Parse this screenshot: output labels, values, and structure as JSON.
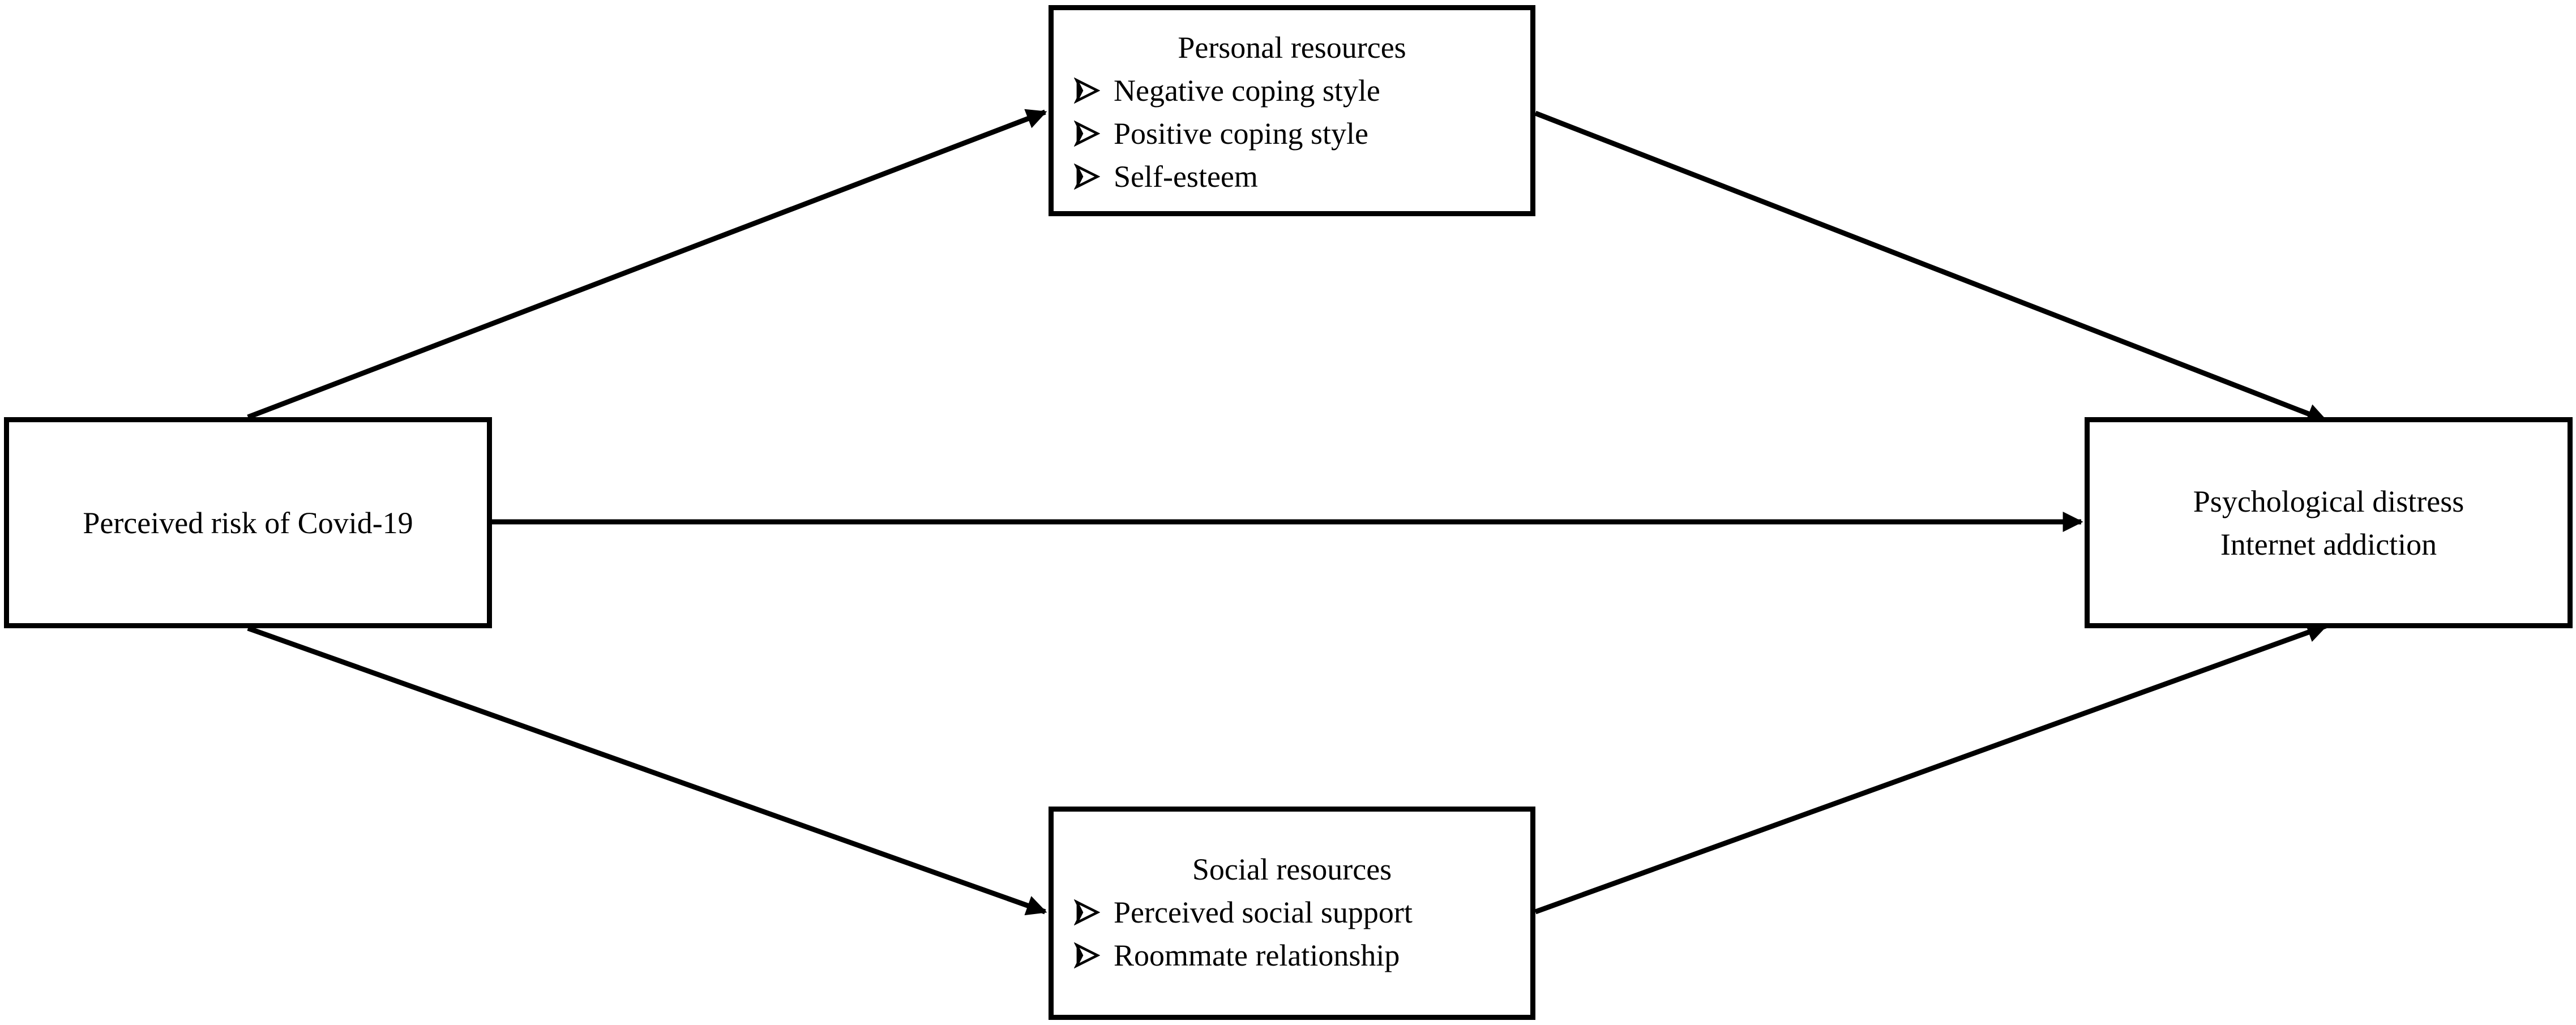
{
  "diagram": {
    "colors": {
      "line": "#000000",
      "box_fill": "#ffffff",
      "text": "#000000"
    },
    "bullet_icon": "arrowhead-bullet-icon",
    "nodes": {
      "risk": {
        "label": "Perceived risk of Covid-19"
      },
      "personal": {
        "title": "Personal resources",
        "items": [
          "Negative coping style",
          "Positive coping style",
          "Self-esteem"
        ]
      },
      "social": {
        "title": "Social resources",
        "items": [
          "Perceived social support",
          "Roommate relationship"
        ]
      },
      "outcome": {
        "lines": [
          "Psychological distress",
          "Internet addiction"
        ]
      }
    },
    "edges": [
      {
        "from": "risk",
        "to": "personal"
      },
      {
        "from": "personal",
        "to": "outcome"
      },
      {
        "from": "risk",
        "to": "outcome"
      },
      {
        "from": "risk",
        "to": "social"
      },
      {
        "from": "social",
        "to": "outcome"
      }
    ]
  }
}
